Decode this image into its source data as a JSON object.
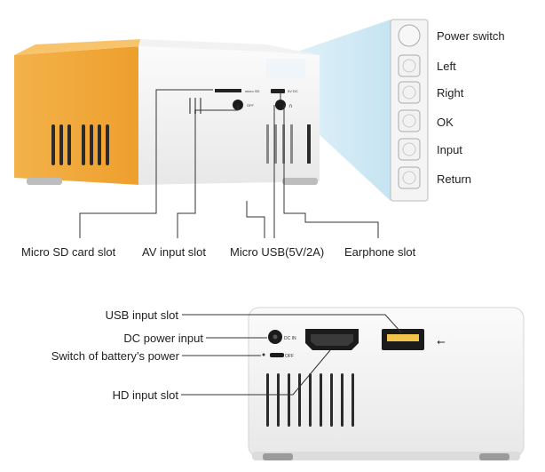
{
  "top_panel_labels": {
    "power_switch": "Power switch",
    "left": "Left",
    "right": "Right",
    "ok": "OK",
    "input": "Input",
    "return": "Return"
  },
  "top_port_labels": {
    "micro_sd": "Micro SD card slot",
    "av_input": "AV input slot",
    "micro_usb": "Micro USB(5V/2A)",
    "earphone": "Earphone slot"
  },
  "bottom_port_labels": {
    "usb_input": "USB input slot",
    "dc_power": "DC power input",
    "battery_switch": "Switch of battery’s power",
    "hd_input": "HD input slot"
  },
  "device_marks": {
    "micro_sd_mark": "micro SD",
    "dc_mark": "5V DC",
    "off_mark": "OFF",
    "dc_in_mark": "DC IN",
    "off_mark_bottom": "OFF"
  },
  "colors": {
    "accent_yellow": "#f2a93b",
    "body_white": "#f4f4f4",
    "light_beam": "#cfe9f4"
  }
}
